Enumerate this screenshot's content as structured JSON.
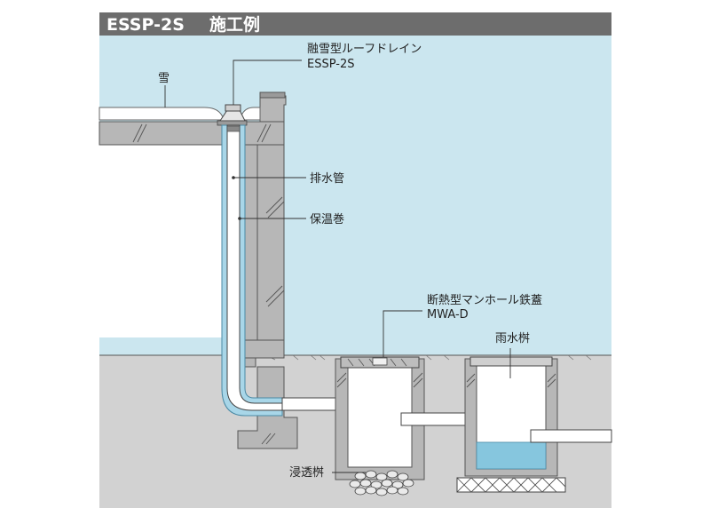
{
  "header": {
    "model": "ESSP-2S",
    "subtitle": "施工例"
  },
  "labels": {
    "snow": "雪",
    "drain_name": "融雪型ルーフドレイン",
    "drain_model": "ESSP-2S",
    "drain_pipe": "排水管",
    "insulation": "保温巻",
    "manhole_name": "断熱型マンホール鉄蓋",
    "manhole_model": "MWA-D",
    "rain_basin": "雨水桝",
    "infiltration_basin": "浸透桝"
  },
  "colors": {
    "header_bg": "#6d6d6d",
    "sky": "#cbe6ef",
    "ground": "#d2d2d2",
    "concrete": "#b7b7b7",
    "insulation": "#a8d6e8",
    "water": "#86c6de"
  }
}
